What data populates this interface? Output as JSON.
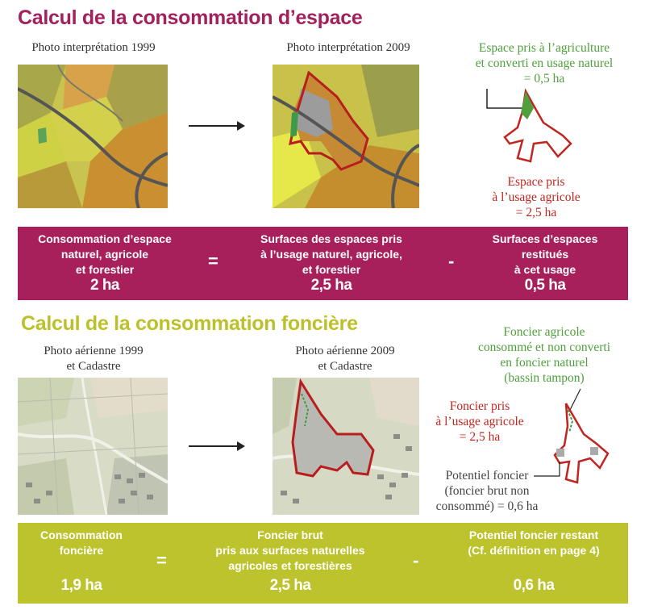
{
  "section1": {
    "title": "Calcul de la consommation d’espace",
    "photo1_caption": "Photo interprétation 1999",
    "photo2_caption": "Photo interprétation 2009",
    "note_green": [
      "Espace pris à l’agriculture",
      "et converti en usage naturel",
      "= 0,5 ha"
    ],
    "note_red": [
      "Espace pris",
      "à l’usage agricole",
      "= 2,5 ha"
    ],
    "formula": {
      "left": [
        "Consommation d’espace",
        "naturel, agricole",
        "et forestier"
      ],
      "left_value": "2 ha",
      "op1": "=",
      "middle": [
        "Surfaces des espaces pris",
        "à l’usage naturel, agricole,",
        "et forestier"
      ],
      "middle_value": "2,5 ha",
      "op2": "-",
      "right": [
        "Surfaces d’espaces",
        "restitués",
        "à cet usage"
      ],
      "right_value": "0,5 ha"
    }
  },
  "section2": {
    "title": "Calcul de la consommation foncière",
    "photo1_caption": [
      "Photo aérienne 1999",
      "et Cadastre"
    ],
    "photo2_caption": [
      "Photo aérienne 2009",
      "et Cadastre"
    ],
    "note_green": [
      "Foncier agricole",
      "consommé et non converti",
      "en foncier  naturel",
      "(bassin tampon)"
    ],
    "note_red": [
      "Foncier pris",
      "à l’usage agricole",
      "= 2,5 ha"
    ],
    "note_grey": [
      "Potentiel foncier",
      "(foncier brut non",
      "consommé) = 0,6 ha"
    ],
    "formula": {
      "left": [
        "Consommation",
        "foncière"
      ],
      "left_value": "1,9 ha",
      "op1": "=",
      "middle": [
        "Foncier brut",
        "pris aux surfaces naturelles",
        "agricoles et forestières"
      ],
      "middle_value": "2,5 ha",
      "op2": "-",
      "right": [
        "Potentiel foncier restant",
        "(Cf. définition en page 4)"
      ],
      "right_value": "0,6 ha"
    }
  },
  "colors": {
    "magenta": "#a7205b",
    "lime": "#bcc32c",
    "green": "#4f9f3c",
    "red": "#c0261f"
  }
}
